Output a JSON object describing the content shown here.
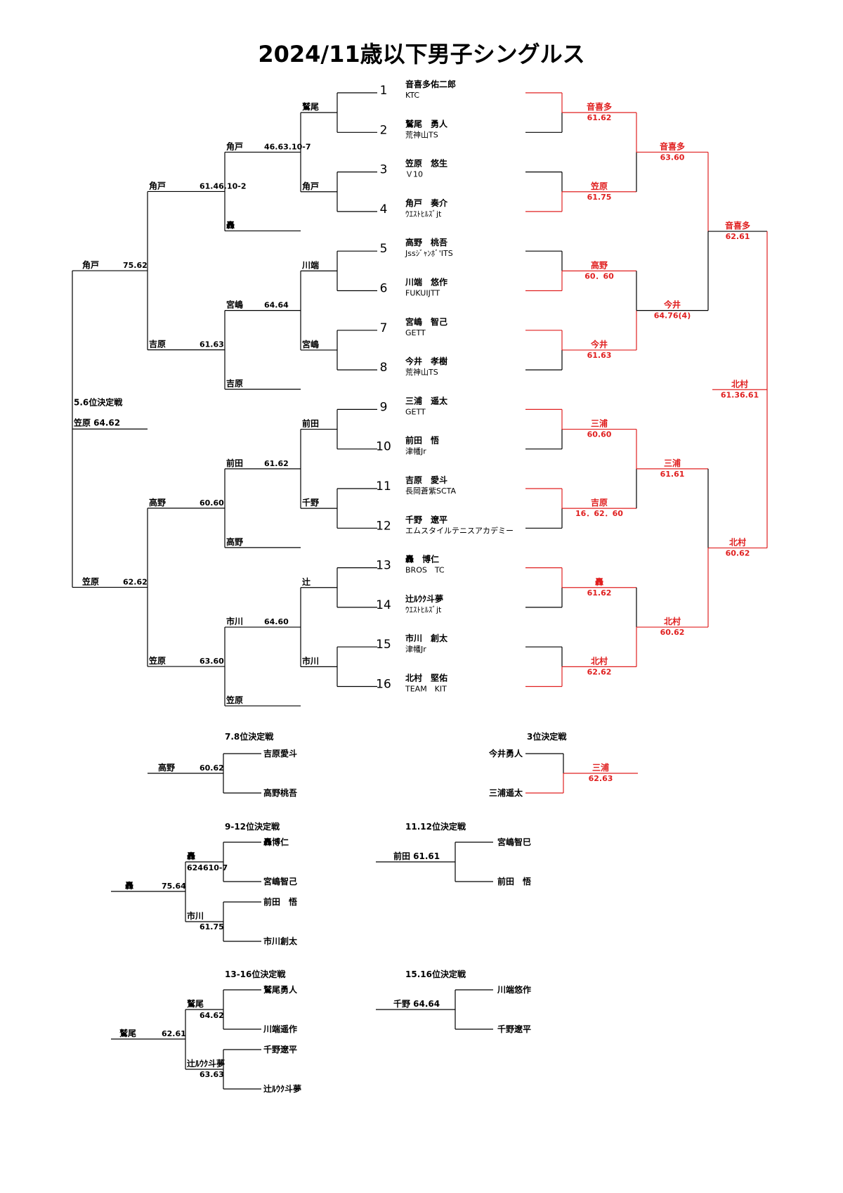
{
  "title": "2024/11歳以下男子シングルス",
  "colors": {
    "line": "#000000",
    "winner_line": "#e02020",
    "winner_text": "#e02020"
  },
  "players": [
    {
      "seed": "1",
      "name": "音喜多佑二郎",
      "club": "KTC"
    },
    {
      "seed": "2",
      "name": "鷲尾　勇人",
      "club": "荒神山TS"
    },
    {
      "seed": "3",
      "name": "笠原　悠生",
      "club": "Ｖ10"
    },
    {
      "seed": "4",
      "name": "角戸　奏介",
      "club": "ｳｴｽﾄﾋﾙｽﾞjt"
    },
    {
      "seed": "5",
      "name": "高野　桃吾",
      "club": "Jssｼﾞｬﾝﾎﾞ'ITS"
    },
    {
      "seed": "6",
      "name": "川端　悠作",
      "club": "FUKUIJTT"
    },
    {
      "seed": "7",
      "name": "宮嶋　智己",
      "club": "GETT"
    },
    {
      "seed": "8",
      "name": "今井　孝樹",
      "club": "荒神山TS"
    },
    {
      "seed": "9",
      "name": "三浦　遥太",
      "club": "GETT"
    },
    {
      "seed": "10",
      "name": "前田　悟",
      "club": "津幡Jr"
    },
    {
      "seed": "11",
      "name": "吉原　愛斗",
      "club": "長岡蒼紫SCTA"
    },
    {
      "seed": "12",
      "name": "千野　遼平",
      "club": "エムスタイルテニスアカデミー"
    },
    {
      "seed": "13",
      "name": "轟　博仁",
      "club": "BROS　TC"
    },
    {
      "seed": "14",
      "name": "辻ﾙｳｸ斗夢",
      "club": "ｳｴｽﾄﾋﾙｽﾞjt"
    },
    {
      "seed": "15",
      "name": "市川　創太",
      "club": "津幡Jr"
    },
    {
      "seed": "16",
      "name": "北村　堅佑",
      "club": "TEAM　KIT"
    }
  ],
  "right": {
    "r1": [
      {
        "name": "音喜多",
        "score": "61.62"
      },
      {
        "name": "笠原",
        "score": "61.75"
      },
      {
        "name": "高野",
        "score": "60．60"
      },
      {
        "name": "今井",
        "score": "61.63"
      },
      {
        "name": "三浦",
        "score": "60.60"
      },
      {
        "name": "吉原",
        "score": "16．62．60"
      },
      {
        "name": "轟",
        "score": "61.62"
      },
      {
        "name": "北村",
        "score": "62.62"
      }
    ],
    "qf": [
      {
        "name": "音喜多",
        "score": "63.60"
      },
      {
        "name": "今井",
        "score": "64.76(4)"
      },
      {
        "name": "三浦",
        "score": "61.61"
      },
      {
        "name": "北村",
        "score": "60.62"
      }
    ],
    "sf": [
      {
        "name": "音喜多",
        "score": "62.61"
      },
      {
        "name": "北村",
        "score": "60.62"
      }
    ],
    "final": {
      "name": "北村",
      "score": "61.36.61"
    }
  },
  "left": {
    "r1": [
      "鷲尾",
      "角戸",
      "川端",
      "宮嶋",
      "前田",
      "千野",
      "辻",
      "市川"
    ],
    "r2": [
      {
        "name": "角戸",
        "score": "46.63.10-7"
      },
      {
        "name": "轟",
        "score": ""
      },
      {
        "name": "宮嶋",
        "score": "64.64"
      },
      {
        "name": "吉原",
        "score": ""
      },
      {
        "name": "前田",
        "score": "61.62"
      },
      {
        "name": "高野",
        "score": ""
      },
      {
        "name": "市川",
        "score": "64.60"
      },
      {
        "name": "笠原",
        "score": ""
      }
    ],
    "r3": [
      {
        "name": "角戸",
        "score": "61.46.10-2"
      },
      {
        "name": "吉原",
        "score": "61.63"
      },
      {
        "name": "高野",
        "score": "60.60"
      },
      {
        "name": "笠原",
        "score": "63.60"
      }
    ],
    "r4": [
      {
        "name": "角戸",
        "score": "75.62"
      },
      {
        "name": "笠原",
        "score": "62.62"
      }
    ],
    "result_label": "5.6位決定戦",
    "result": "笠原 64.62"
  },
  "p78": {
    "label": "7.8位決定戦",
    "top": "吉原愛斗",
    "bottom": "高野桃吾",
    "winner": "高野",
    "score": "60.62"
  },
  "p3": {
    "label": "3位決定戦",
    "top": "今井勇人",
    "bottom": "三浦遥太",
    "winner": "三浦",
    "score": "62.63"
  },
  "p912": {
    "label": "9-12位決定戦",
    "players": [
      "轟博仁",
      "宮嶋智己",
      "前田　悟",
      "市川創太"
    ],
    "semi": [
      {
        "name": "轟",
        "score": "624610-7"
      },
      {
        "name": "市川",
        "score": "61.75"
      }
    ],
    "winner": "轟",
    "score": "75.64"
  },
  "p1112": {
    "label": "11.12位決定戦",
    "top": "宮嶋智巳",
    "bottom": "前田　悟",
    "winner": "前田 61.61"
  },
  "p1316": {
    "label": "13-16位決定戦",
    "players": [
      "鷲尾勇人",
      "川端遥作",
      "千野遼平",
      "辻ﾙｳｸ斗夢"
    ],
    "semi": [
      {
        "name": "鷲尾",
        "score": "64.62"
      },
      {
        "name": "辻ﾙｳｸ斗夢",
        "score": "63.63"
      }
    ],
    "winner": "鷲尾",
    "score": "62.61"
  },
  "p1516": {
    "label": "15.16位決定戦",
    "top": "川端悠作",
    "bottom": "千野遼平",
    "winner": "千野 64.64"
  }
}
